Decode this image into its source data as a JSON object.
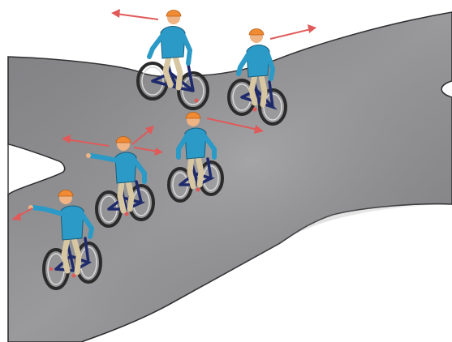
{
  "scene": {
    "colors": {
      "background": "#ffffff",
      "road": "#8f8f91",
      "road_shadow": "#6f6f72",
      "road_edge": "#2f2f31",
      "arrow": "#e05a5a",
      "jersey": "#2b9ac7",
      "trousers": "#d7c6a2",
      "helmet": "#f08a33",
      "skin": "#f0b383",
      "bike_frame": "#1f2a6b",
      "tyre": "#2b2b2b",
      "rim": "#d8d8d8"
    },
    "cyclists": [
      {
        "role": "turning-left",
        "arrow": "left"
      },
      {
        "role": "straight-ahead",
        "arrow": "right"
      },
      {
        "role": "signalling-left",
        "arrow": "left-and-right"
      },
      {
        "role": "riding-straight",
        "arrow": "right"
      },
      {
        "role": "signalling-left-front",
        "arrow": "left"
      }
    ],
    "icons": [
      "direction-arrow-icon",
      "cyclist-icon",
      "road-junction-icon"
    ]
  }
}
